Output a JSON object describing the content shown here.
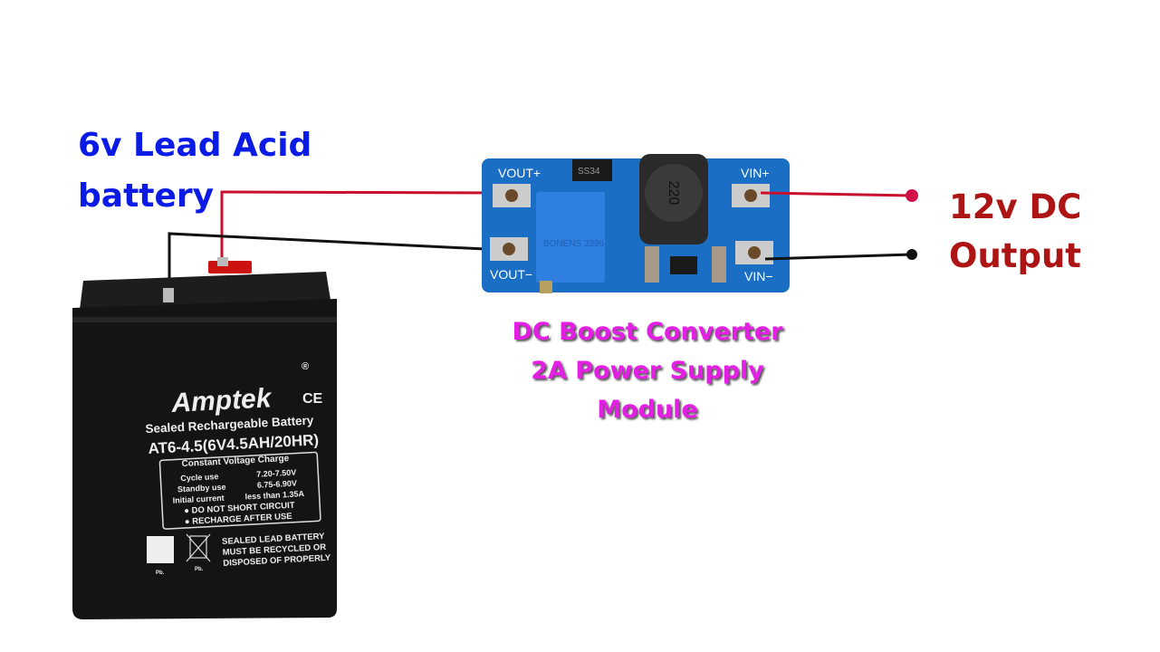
{
  "labels": {
    "battery_line1": "6v Lead Acid",
    "battery_line2": "battery",
    "output_line1": "12v DC",
    "output_line2": "Output",
    "module_line1": "DC Boost Converter",
    "module_line2": "2A Power Supply",
    "module_line3": "Module"
  },
  "battery": {
    "brand": "Amptek",
    "registered": "®",
    "ce": "CE",
    "title": "Sealed Rechargeable Battery",
    "model": "AT6-4.5(6V4.5AH/20HR)",
    "box_title": "Constant Voltage Charge",
    "rows": [
      {
        "k": "Cycle use",
        "v": "7.20-7.50V"
      },
      {
        "k": "Standby use",
        "v": "6.75-6.90V"
      },
      {
        "k": "Initial current",
        "v": "less than 1.35A"
      }
    ],
    "warn1": "● DO NOT SHORT CIRCUIT",
    "warn2": "● RECHARGE AFTER USE",
    "recycle1": "SEALED LEAD BATTERY",
    "recycle2": "MUST BE RECYCLED OR",
    "recycle3": "DISPOSED OF PROPERLY",
    "pb": "Pb."
  },
  "module": {
    "vout_plus": "VOUT+",
    "vout_minus": "VOUT−",
    "vin_plus": "VIN+",
    "vin_minus": "VIN−",
    "diode": "SS34",
    "inductor": "220",
    "pot": "BONENS 3296"
  },
  "colors": {
    "wire_positive": "#c8102e",
    "wire_negative": "#111111",
    "pcb": "#1a6fc4"
  }
}
